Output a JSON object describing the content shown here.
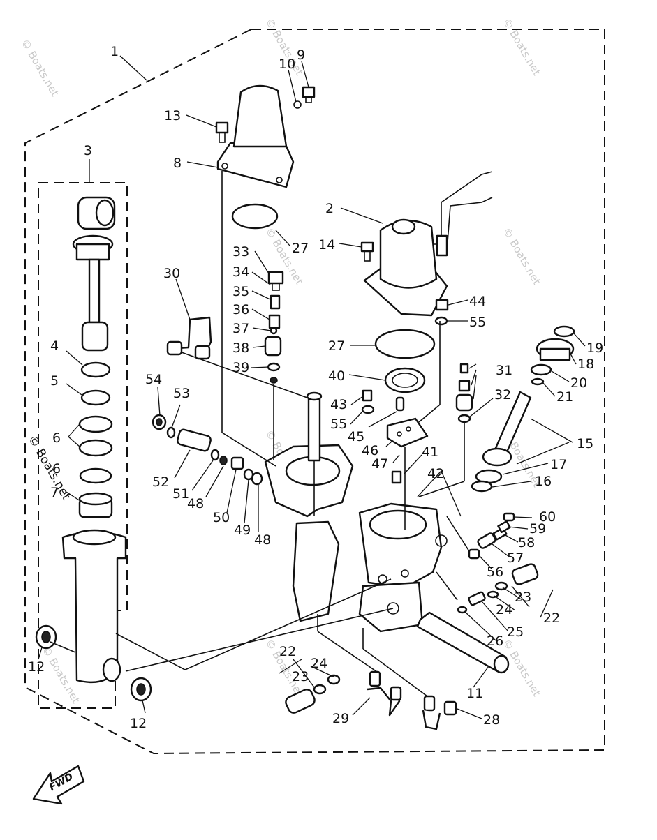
{
  "watermark": "© Boats.net",
  "fwd_label": "FWD",
  "callouts": {
    "n1": "1",
    "n2": "2",
    "n3": "3",
    "n4": "4",
    "n5": "5",
    "n6": "6",
    "n6b": "6",
    "n7": "7",
    "n8": "8",
    "n9": "9",
    "n10": "10",
    "n11": "11",
    "n12a": "12",
    "n12b": "12",
    "n13": "13",
    "n14": "14",
    "n15": "15",
    "n16": "16",
    "n17": "17",
    "n18": "18",
    "n19": "19",
    "n20": "20",
    "n21": "21",
    "n22a": "22",
    "n22b": "22",
    "n23a": "23",
    "n23b": "23",
    "n24a": "24",
    "n24b": "24",
    "n25": "25",
    "n26": "26",
    "n27a": "27",
    "n27b": "27",
    "n28": "28",
    "n29": "29",
    "n30": "30",
    "n31": "31",
    "n32": "32",
    "n33": "33",
    "n34": "34",
    "n35": "35",
    "n36": "36",
    "n37": "37",
    "n38": "38",
    "n39": "39",
    "n40": "40",
    "n41": "41",
    "n42": "42",
    "n43": "43",
    "n44": "44",
    "n45": "45",
    "n46": "46",
    "n47": "47",
    "n48a": "48",
    "n48b": "48",
    "n49": "49",
    "n50": "50",
    "n51": "51",
    "n52": "52",
    "n53": "53",
    "n54": "54",
    "n55a": "55",
    "n55b": "55",
    "n56": "56",
    "n57": "57",
    "n58": "58",
    "n59": "59",
    "n60": "60"
  }
}
